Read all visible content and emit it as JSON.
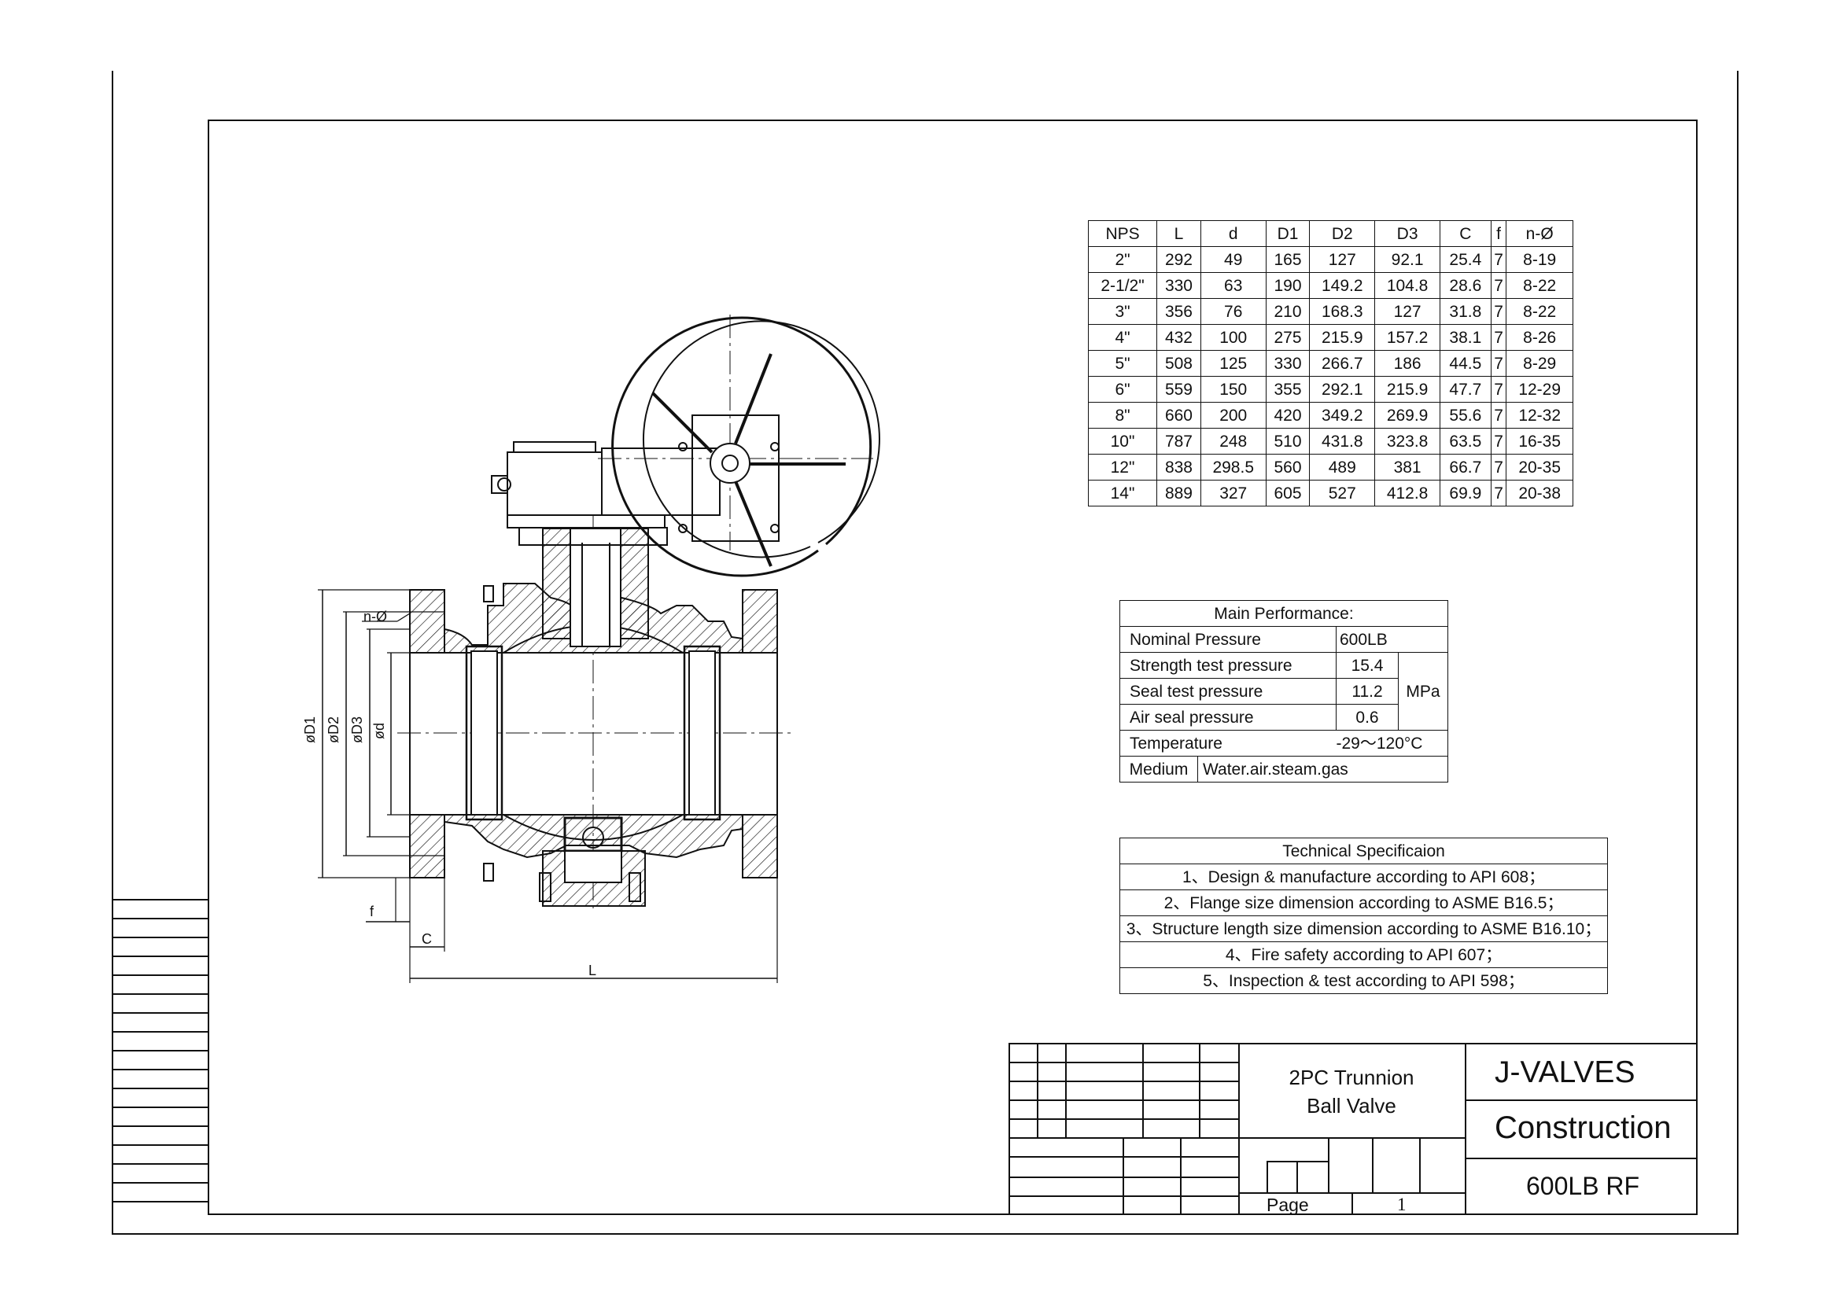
{
  "dimension_table": {
    "headers": [
      "NPS",
      "L",
      "d",
      "D1",
      "D2",
      "D3",
      "C",
      "f",
      "n-Ø"
    ],
    "rows": [
      [
        "2\"",
        "292",
        "49",
        "165",
        "127",
        "92.1",
        "25.4",
        "7",
        "8-19"
      ],
      [
        "2-1/2\"",
        "330",
        "63",
        "190",
        "149.2",
        "104.8",
        "28.6",
        "7",
        "8-22"
      ],
      [
        "3\"",
        "356",
        "76",
        "210",
        "168.3",
        "127",
        "31.8",
        "7",
        "8-22"
      ],
      [
        "4\"",
        "432",
        "100",
        "275",
        "215.9",
        "157.2",
        "38.1",
        "7",
        "8-26"
      ],
      [
        "5\"",
        "508",
        "125",
        "330",
        "266.7",
        "186",
        "44.5",
        "7",
        "8-29"
      ],
      [
        "6\"",
        "559",
        "150",
        "355",
        "292.1",
        "215.9",
        "47.7",
        "7",
        "12-29"
      ],
      [
        "8\"",
        "660",
        "200",
        "420",
        "349.2",
        "269.9",
        "55.6",
        "7",
        "12-32"
      ],
      [
        "10\"",
        "787",
        "248",
        "510",
        "431.8",
        "323.8",
        "63.5",
        "7",
        "16-35"
      ],
      [
        "12\"",
        "838",
        "298.5",
        "560",
        "489",
        "381",
        "66.7",
        "7",
        "20-35"
      ],
      [
        "14\"",
        "889",
        "327",
        "605",
        "527",
        "412.8",
        "69.9",
        "7",
        "20-38"
      ]
    ]
  },
  "performance": {
    "title": "Main Performance:",
    "nominal_label": "Nominal Pressure",
    "nominal_value": "600LB",
    "strength_label": "Strength test pressure",
    "strength_value": "15.4",
    "seal_label": "Seal test pressure",
    "seal_value": "11.2",
    "air_label": "Air seal pressure",
    "air_value": "0.6",
    "unit": "MPa",
    "temp_label": "Temperature",
    "temp_value": "-29～120°C",
    "medium_label": "Medium",
    "medium_value": "Water.air.steam.gas"
  },
  "specification": {
    "title": "Technical Specificaion",
    "items": [
      "1、Design & manufacture according to API 608；",
      "2、Flange size dimension according to ASME B16.5；",
      "3、Structure length size dimension according to ASME B16.10；",
      "4、Fire safety according to API 607；",
      "5、Inspection & test according to API 598；"
    ]
  },
  "title_block": {
    "product_line1": "2PC Trunnion",
    "product_line2": "Ball Valve",
    "brand": "J-VALVES",
    "drawing_type": "Construction",
    "model": "600LB RF",
    "page_label": "Page",
    "page_number": "1"
  },
  "drawing_labels": {
    "n_phi": "n-Ø",
    "phi_d1": "øD1",
    "phi_d2": "øD2",
    "phi_d3": "øD3",
    "phi_d": "ød",
    "f": "f",
    "c": "C",
    "l": "L"
  }
}
